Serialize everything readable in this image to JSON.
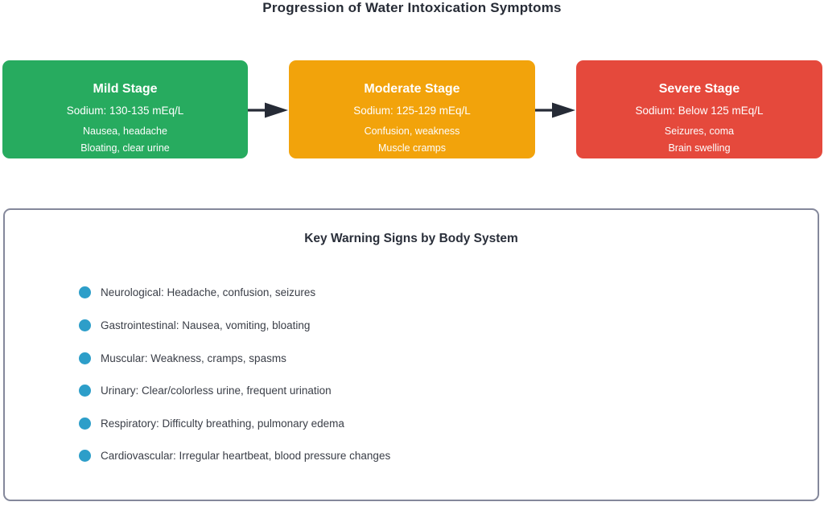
{
  "title": "Progression of Water Intoxication Symptoms",
  "stages": [
    {
      "name": "Mild Stage",
      "sodium": "Sodium: 130-135 mEq/L",
      "symptom_line1": "Nausea, headache",
      "symptom_line2": "Bloating, clear urine",
      "color": "#27ab5f"
    },
    {
      "name": "Moderate Stage",
      "sodium": "Sodium: 125-129 mEq/L",
      "symptom_line1": "Confusion, weakness",
      "symptom_line2": "Muscle cramps",
      "color": "#f2a30b"
    },
    {
      "name": "Severe Stage",
      "sodium": "Sodium: Below 125 mEq/L",
      "symptom_line1": "Seizures, coma",
      "symptom_line2": "Brain swelling",
      "color": "#e5493c"
    }
  ],
  "arrow_color": "#262b36",
  "warning_panel": {
    "title": "Key Warning Signs by Body System",
    "bullet_color": "#2d9ec9",
    "border_color": "#84889b",
    "items": [
      "Neurological: Headache, confusion, seizures",
      "Gastrointestinal: Nausea, vomiting, bloating",
      "Muscular: Weakness, cramps, spasms",
      "Urinary: Clear/colorless urine, frequent urination",
      "Respiratory: Difficulty breathing, pulmonary edema",
      "Cardiovascular: Irregular heartbeat, blood pressure changes"
    ]
  }
}
